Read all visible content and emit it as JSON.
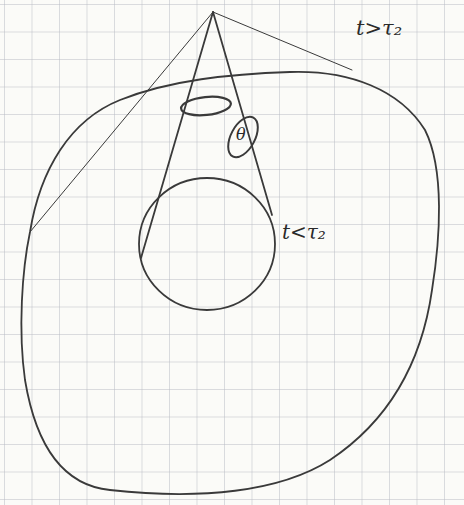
{
  "diagram": {
    "labels": [
      "t>τ₂",
      "t<τ₂",
      "θ"
    ]
  }
}
